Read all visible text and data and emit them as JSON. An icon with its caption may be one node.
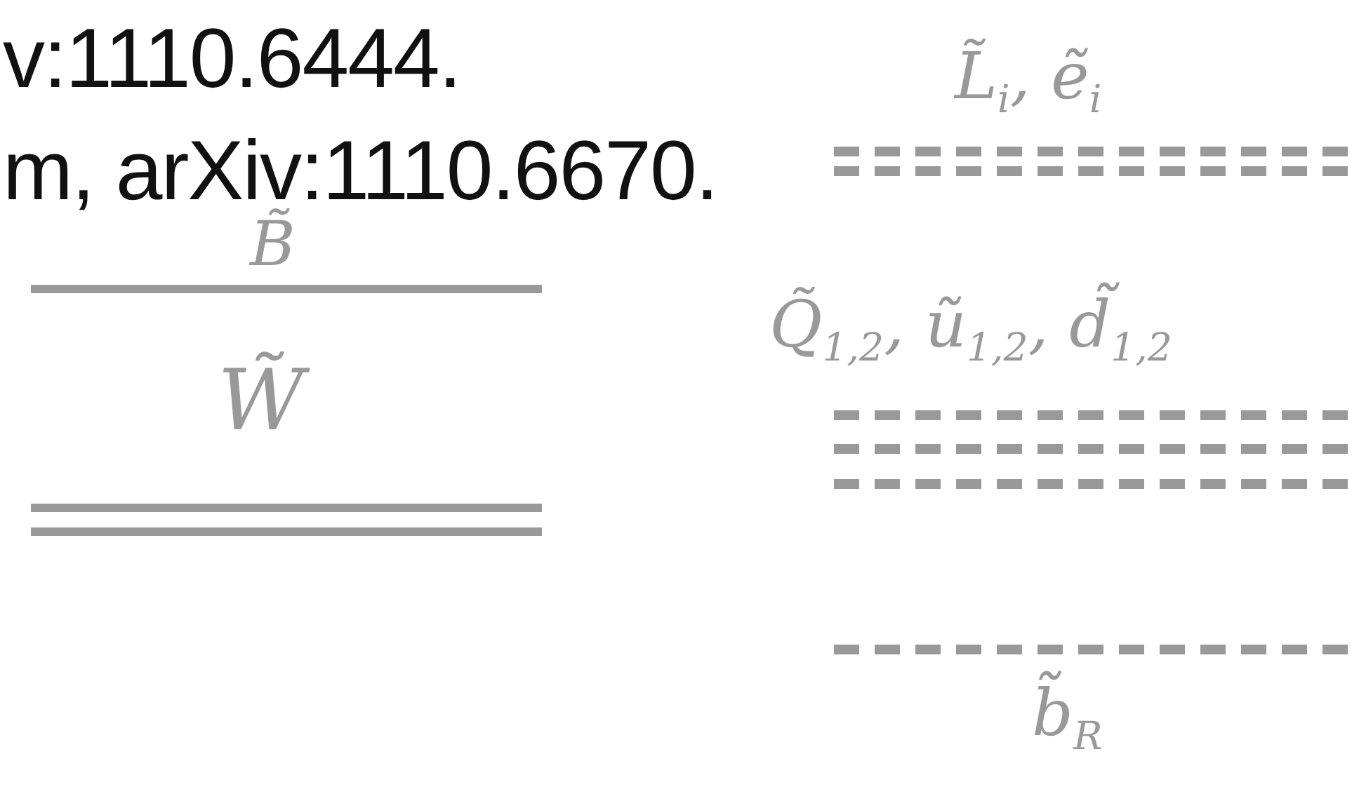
{
  "diagram": {
    "labels": [
      "v:1110.6444.",
      "L̃$_{i}$, ẽ$_{i}$",
      "m, arXiv:1110.6670.",
      "B̃",
      "Q̃$_{1,2}$, ũ$_{1,2}$, d̃$_{1,2}$",
      "W̃",
      "b̃$_{R}$"
    ]
  }
}
